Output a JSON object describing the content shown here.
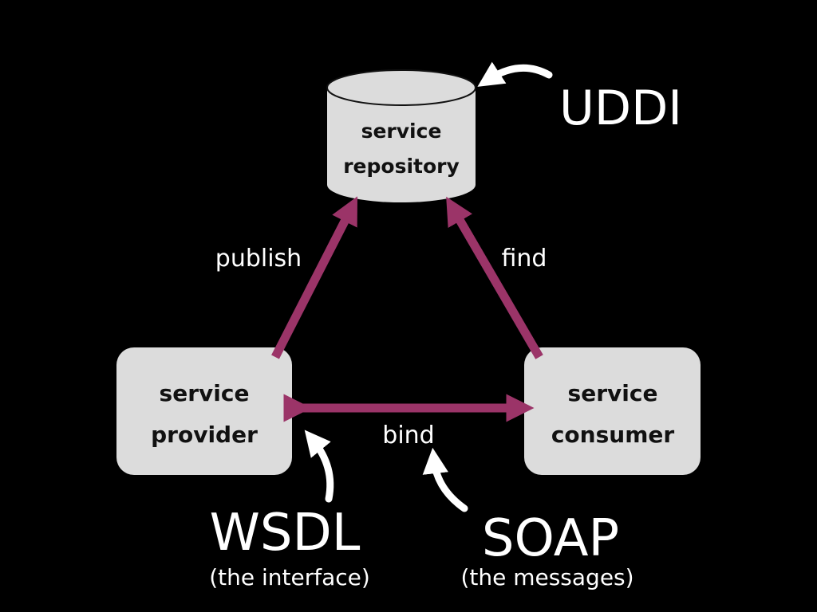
{
  "colors": {
    "background": "#000000",
    "node_fill": "#dcdcdc",
    "node_text": "#111111",
    "edge": "#9b3468",
    "annotation": "#ffffff"
  },
  "nodes": {
    "repository": {
      "line1": "service",
      "line2": "repository",
      "shape": "cylinder"
    },
    "provider": {
      "line1": "service",
      "line2": "provider",
      "shape": "rounded-rectangle"
    },
    "consumer": {
      "line1": "service",
      "line2": "consumer",
      "shape": "rounded-rectangle"
    }
  },
  "edges": {
    "publish": {
      "label": "publish",
      "from": "service provider",
      "to": "service repository"
    },
    "find": {
      "label": "find",
      "from": "service consumer",
      "to": "service repository"
    },
    "bind": {
      "label": "bind",
      "from": "service provider",
      "to": "service consumer",
      "bidirectional": true
    }
  },
  "annotations": {
    "uddi": {
      "title": "UDDI",
      "icon": "curved-arrow-icon"
    },
    "wsdl": {
      "title": "WSDL",
      "subtitle": "(the interface)",
      "icon": "curved-arrow-icon"
    },
    "soap": {
      "title": "SOAP",
      "subtitle": "(the messages)",
      "icon": "curved-arrow-icon"
    }
  }
}
